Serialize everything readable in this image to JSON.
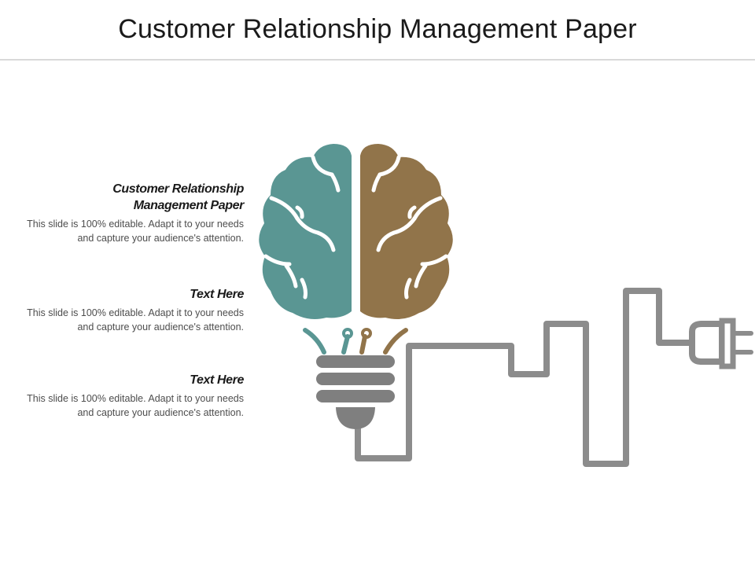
{
  "slide": {
    "title": "Customer Relationship Management Paper"
  },
  "blocks": [
    {
      "heading": "Customer Relationship Management Paper",
      "body": "This slide is 100% editable. Adapt it to your needs and capture your audience's attention."
    },
    {
      "heading": "Text Here",
      "body": "This slide is 100% editable. Adapt it to your needs and capture your audience's attention."
    },
    {
      "heading": "Text Here",
      "body": "This slide is 100% editable. Adapt it to your needs and capture your audience's attention."
    }
  ],
  "illustration": {
    "icons": [
      "brain-icon",
      "light-bulb-icon",
      "power-cord-icon",
      "power-plug-icon"
    ],
    "colors": {
      "left_hemisphere": "#5a9693",
      "right_hemisphere": "#91744a",
      "bulb_base": "#7f7f7f",
      "cord": "#8c8c8c"
    }
  }
}
